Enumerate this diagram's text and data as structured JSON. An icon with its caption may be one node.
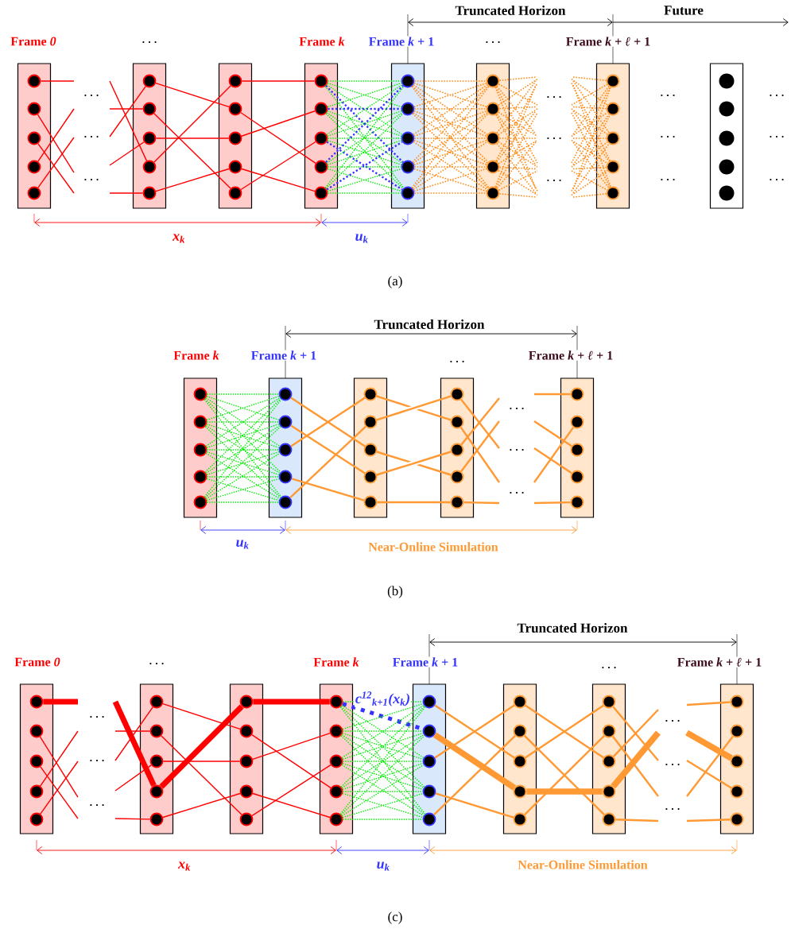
{
  "diagram": {
    "nodes": [
      {
        "text": [
          "Frame *0*"
        ]
      },
      {
        "text": [],
        "shape": "circle",
        "in": 0
      },
      {
        "text": [],
        "shape": "circle",
        "in": 0
      },
      {
        "text": [],
        "shape": "circle",
        "in": 0
      },
      {
        "text": [],
        "shape": "circle",
        "in": 0
      },
      {
        "text": [],
        "shape": "circle",
        "in": 0
      },
      {
        "text": [],
        "shape": "box"
      },
      {
        "text": [],
        "shape": "circle",
        "in": 6
      },
      {
        "text": [],
        "shape": "circle",
        "in": 6
      },
      {
        "text": [],
        "shape": "circle",
        "in": 6
      },
      {
        "text": [],
        "shape": "circle",
        "in": 6
      },
      {
        "text": [],
        "shape": "circle",
        "in": 6
      },
      {
        "text": [],
        "shape": "box"
      },
      {
        "text": [],
        "shape": "circle",
        "in": 12
      },
      {
        "text": [],
        "shape": "circle",
        "in": 12
      },
      {
        "text": [],
        "shape": "circle",
        "in": 12
      },
      {
        "text": [],
        "shape": "circle",
        "in": 12
      },
      {
        "text": [],
        "shape": "circle",
        "in": 12
      },
      {
        "text": [
          "Frame *k*"
        ]
      },
      {
        "text": [],
        "shape": "circle",
        "in": 18
      },
      {
        "text": [],
        "shape": "circle",
        "in": 18
      },
      {
        "text": [],
        "shape": "circle",
        "in": 18
      },
      {
        "text": [],
        "shape": "circle",
        "in": 18
      },
      {
        "text": [],
        "shape": "circle",
        "in": 18
      },
      {
        "text": [
          "Frame *k* + 1"
        ]
      },
      {
        "text": [],
        "shape": "circle",
        "in": 24
      },
      {
        "text": [],
        "shape": "circle",
        "in": 24
      },
      {
        "text": [],
        "shape": "circle",
        "in": 24
      },
      {
        "text": [],
        "shape": "circle",
        "in": 24
      },
      {
        "text": [],
        "shape": "circle",
        "in": 24
      },
      {
        "text": [],
        "shape": "box"
      },
      {
        "text": [],
        "shape": "circle",
        "in": 30
      },
      {
        "text": [],
        "shape": "circle",
        "in": 30
      },
      {
        "text": [],
        "shape": "circle",
        "in": 30
      },
      {
        "text": [],
        "shape": "circle",
        "in": 30
      },
      {
        "text": [],
        "shape": "circle",
        "in": 30
      },
      {
        "text": [
          "Frame *k* + *ℓ* + 1"
        ]
      },
      {
        "text": [],
        "shape": "circle",
        "in": 36
      },
      {
        "text": [],
        "shape": "circle",
        "in": 36
      },
      {
        "text": [],
        "shape": "circle",
        "in": 36
      },
      {
        "text": [],
        "shape": "circle",
        "in": 36
      },
      {
        "text": [],
        "shape": "circle",
        "in": 36
      },
      {
        "text": [],
        "shape": "box"
      },
      {
        "text": [],
        "shape": "circle",
        "in": 42
      },
      {
        "text": [],
        "shape": "circle",
        "in": 42
      },
      {
        "text": [],
        "shape": "circle",
        "in": 42
      },
      {
        "text": [],
        "shape": "circle",
        "in": 42
      },
      {
        "text": [],
        "shape": "circle",
        "in": 42
      },
      {
        "text": [
          "Frame *k*"
        ]
      },
      {
        "text": [],
        "shape": "circle",
        "in": 48
      },
      {
        "text": [],
        "shape": "circle",
        "in": 48
      },
      {
        "text": [],
        "shape": "circle",
        "in": 48
      },
      {
        "text": [],
        "shape": "circle",
        "in": 48
      },
      {
        "text": [],
        "shape": "circle",
        "in": 48
      },
      {
        "text": [
          "Frame *k* + 1"
        ]
      },
      {
        "text": [],
        "shape": "circle",
        "in": 54
      },
      {
        "text": [],
        "shape": "circle",
        "in": 54
      },
      {
        "text": [],
        "shape": "circle",
        "in": 54
      },
      {
        "text": [],
        "shape": "circle",
        "in": 54
      },
      {
        "text": [],
        "shape": "circle",
        "in": 54
      },
      {
        "text": [],
        "shape": "box"
      },
      {
        "text": [],
        "shape": "circle",
        "in": 60
      },
      {
        "text": [],
        "shape": "circle",
        "in": 60
      },
      {
        "text": [],
        "shape": "circle",
        "in": 60
      },
      {
        "text": [],
        "shape": "circle",
        "in": 60
      },
      {
        "text": [],
        "shape": "circle",
        "in": 60
      },
      {
        "text": [],
        "shape": "box"
      },
      {
        "text": [],
        "shape": "circle",
        "in": 66
      },
      {
        "text": [],
        "shape": "circle",
        "in": 66
      },
      {
        "text": [],
        "shape": "circle",
        "in": 66
      },
      {
        "text": [],
        "shape": "circle",
        "in": 66
      },
      {
        "text": [],
        "shape": "circle",
        "in": 66
      },
      {
        "text": [
          "Frame *k* + *ℓ* + 1"
        ]
      },
      {
        "text": [],
        "shape": "circle",
        "in": 72
      },
      {
        "text": [],
        "shape": "circle",
        "in": 72
      },
      {
        "text": [],
        "shape": "circle",
        "in": 72
      },
      {
        "text": [],
        "shape": "circle",
        "in": 72
      },
      {
        "text": [],
        "shape": "circle",
        "in": 72
      },
      {
        "text": [
          "Frame *0*"
        ]
      },
      {
        "text": [],
        "shape": "circle",
        "in": 78
      },
      {
        "text": [],
        "shape": "circle",
        "in": 78
      },
      {
        "text": [],
        "shape": "circle",
        "in": 78
      },
      {
        "text": [],
        "shape": "circle",
        "in": 78
      },
      {
        "text": [],
        "shape": "circle",
        "in": 78
      },
      {
        "text": [],
        "shape": "box"
      },
      {
        "text": [],
        "shape": "circle",
        "in": 84
      },
      {
        "text": [],
        "shape": "circle",
        "in": 84
      },
      {
        "text": [],
        "shape": "circle",
        "in": 84
      },
      {
        "text": [],
        "shape": "circle",
        "in": 84
      },
      {
        "text": [],
        "shape": "circle",
        "in": 84
      },
      {
        "text": [],
        "shape": "box"
      },
      {
        "text": [],
        "shape": "circle",
        "in": 90
      },
      {
        "text": [],
        "shape": "circle",
        "in": 90
      },
      {
        "text": [],
        "shape": "circle",
        "in": 90
      },
      {
        "text": [],
        "shape": "circle",
        "in": 90
      },
      {
        "text": [],
        "shape": "circle",
        "in": 90
      },
      {
        "text": [
          "Frame *k*"
        ]
      },
      {
        "text": [],
        "shape": "circle",
        "in": 96
      },
      {
        "text": [],
        "shape": "circle",
        "in": 96
      },
      {
        "text": [],
        "shape": "circle",
        "in": 96
      },
      {
        "text": [],
        "shape": "circle",
        "in": 96
      },
      {
        "text": [],
        "shape": "circle",
        "in": 96
      },
      {
        "text": [
          "Frame *k* + 1"
        ]
      },
      {
        "text": [],
        "shape": "circle",
        "in": 102
      },
      {
        "text": [],
        "shape": "circle",
        "in": 102
      },
      {
        "text": [],
        "shape": "circle",
        "in": 102
      },
      {
        "text": [],
        "shape": "circle",
        "in": 102
      },
      {
        "text": [],
        "shape": "circle",
        "in": 102
      },
      {
        "text": [],
        "shape": "box"
      },
      {
        "text": [],
        "shape": "circle",
        "in": 108
      },
      {
        "text": [],
        "shape": "circle",
        "in": 108
      },
      {
        "text": [],
        "shape": "circle",
        "in": 108
      },
      {
        "text": [],
        "shape": "circle",
        "in": 108
      },
      {
        "text": [],
        "shape": "circle",
        "in": 108
      },
      {
        "text": [],
        "shape": "box"
      },
      {
        "text": [],
        "shape": "circle",
        "in": 114
      },
      {
        "text": [],
        "shape": "circle",
        "in": 114
      },
      {
        "text": [],
        "shape": "circle",
        "in": 114
      },
      {
        "text": [],
        "shape": "circle",
        "in": 114
      },
      {
        "text": [],
        "shape": "circle",
        "in": 114
      },
      {
        "text": [
          "Frame *k* + *ℓ* + 1"
        ]
      },
      {
        "text": [],
        "shape": "circle",
        "in": 120
      },
      {
        "text": [],
        "shape": "circle",
        "in": 120
      },
      {
        "text": [],
        "shape": "circle",
        "in": 120
      },
      {
        "text": [],
        "shape": "circle",
        "in": 120
      },
      {
        "text": [],
        "shape": "circle",
        "in": 120
      }
    ],
    "edges": [
      {
        "from": 1,
        "to": null,
        "arrow": "none",
        "color": "#ff0000"
      },
      {
        "from": 2,
        "to": null,
        "arrow": "none",
        "color": "#ff0000"
      },
      {
        "from": 3,
        "to": null,
        "arrow": "none",
        "color": "#ff0000"
      },
      {
        "from": 4,
        "to": null,
        "arrow": "none",
        "color": "#ff0000"
      },
      {
        "from": 5,
        "to": null,
        "arrow": "none",
        "color": "#ff0000"
      },
      {
        "from": null,
        "to": 10,
        "arrow": "none",
        "color": "#ff0000"
      },
      {
        "from": null,
        "to": 8,
        "arrow": "none",
        "color": "#ff0000"
      },
      {
        "from": null,
        "to": 7,
        "arrow": "none",
        "color": "#ff0000"
      },
      {
        "from": null,
        "to": 9,
        "arrow": "none",
        "color": "#ff0000"
      },
      {
        "from": null,
        "to": 11,
        "arrow": "none",
        "color": "#ff0000"
      },
      {
        "from": 7,
        "to": 14,
        "arrow": "none",
        "color": "#ff0000"
      },
      {
        "from": 8,
        "to": 17,
        "arrow": "none",
        "color": "#ff0000"
      },
      {
        "from": 9,
        "to": 15,
        "arrow": "none",
        "color": "#ff0000"
      },
      {
        "from": 10,
        "to": 13,
        "arrow": "none",
        "color": "#ff0000"
      },
      {
        "from": 11,
        "to": 16,
        "arrow": "none",
        "color": "#ff0000"
      },
      {
        "from": 13,
        "to": 19,
        "arrow": "none",
        "color": "#ff0000"
      },
      {
        "from": 14,
        "to": 22,
        "arrow": "none",
        "color": "#ff0000"
      },
      {
        "from": 15,
        "to": 20,
        "arrow": "none",
        "color": "#ff0000"
      },
      {
        "from": 16,
        "to": 23,
        "arrow": "none",
        "color": "#ff0000"
      },
      {
        "from": 17,
        "to": 21,
        "arrow": "none",
        "color": "#ff0000"
      },
      {
        "from": 19,
        "to": 25,
        "arrow": "none",
        "style": "dashed",
        "color": "#00ee00"
      },
      {
        "from": 19,
        "to": 26,
        "arrow": "none",
        "style": "dashed",
        "color": "#00ee00"
      },
      {
        "from": 19,
        "to": 27,
        "arrow": "none",
        "style": "dashed",
        "color": "#00ee00"
      },
      {
        "from": 19,
        "to": 28,
        "arrow": "none",
        "style": "dashed",
        "color": "#3333ff"
      },
      {
        "from": 19,
        "to": 29,
        "arrow": "none",
        "style": "dashed",
        "color": "#00ee00"
      },
      {
        "from": 20,
        "to": 25,
        "arrow": "none",
        "style": "dashed",
        "color": "#00ee00"
      },
      {
        "from": 20,
        "to": 26,
        "arrow": "none",
        "style": "dashed",
        "color": "#3333ff"
      },
      {
        "from": 20,
        "to": 27,
        "arrow": "none",
        "style": "dashed",
        "color": "#00ee00"
      },
      {
        "from": 20,
        "to": 28,
        "arrow": "none",
        "style": "dashed",
        "color": "#00ee00"
      },
      {
        "from": 20,
        "to": 29,
        "arrow": "none",
        "style": "dashed",
        "color": "#00ee00"
      },
      {
        "from": 21,
        "to": 25,
        "arrow": "none",
        "style": "dashed",
        "color": "#00ee00"
      },
      {
        "from": 21,
        "to": 26,
        "arrow": "none",
        "style": "dashed",
        "color": "#00ee00"
      },
      {
        "from": 21,
        "to": 27,
        "arrow": "none",
        "style": "dashed",
        "color": "#00ee00"
      },
      {
        "from": 21,
        "to": 28,
        "arrow": "none",
        "style": "dashed",
        "color": "#00ee00"
      },
      {
        "from": 21,
        "to": 29,
        "arrow": "none",
        "style": "dashed",
        "color": "#3333ff"
      },
      {
        "from": 22,
        "to": 25,
        "arrow": "none",
        "style": "dashed",
        "color": "#3333ff"
      },
      {
        "from": 22,
        "to": 26,
        "arrow": "none",
        "style": "dashed",
        "color": "#00ee00"
      },
      {
        "from": 22,
        "to": 27,
        "arrow": "none",
        "style": "dashed",
        "color": "#00ee00"
      },
      {
        "from": 22,
        "to": 28,
        "arrow": "none",
        "style": "dashed",
        "color": "#00ee00"
      },
      {
        "from": 22,
        "to": 29,
        "arrow": "none",
        "style": "dashed",
        "color": "#00ee00"
      },
      {
        "from": 23,
        "to": 25,
        "arrow": "none",
        "style": "dashed",
        "color": "#00ee00"
      },
      {
        "from": 23,
        "to": 26,
        "arrow": "none",
        "style": "dashed",
        "color": "#00ee00"
      },
      {
        "from": 23,
        "to": 27,
        "arrow": "none",
        "style": "dashed",
        "color": "#3333ff"
      },
      {
        "from": 23,
        "to": 28,
        "arrow": "none",
        "style": "dashed",
        "color": "#00ee00"
      },
      {
        "from": 23,
        "to": 29,
        "arrow": "none",
        "style": "dashed",
        "color": "#00ee00"
      },
      {
        "from": 25,
        "to": 31,
        "arrow": "none",
        "style": "dashed",
        "color": "#ff8c1a"
      },
      {
        "from": 25,
        "to": 32,
        "arrow": "none",
        "style": "dashed",
        "color": "#ff8c1a"
      },
      {
        "from": 25,
        "to": 33,
        "arrow": "none",
        "style": "dashed",
        "color": "#ff8c1a"
      },
      {
        "from": 25,
        "to": 34,
        "arrow": "none",
        "style": "dashed",
        "color": "#ff8c1a"
      },
      {
        "from": 25,
        "to": 35,
        "arrow": "none",
        "style": "dashed",
        "color": "#ff8c1a"
      },
      {
        "from": 26,
        "to": 31,
        "arrow": "none",
        "style": "dashed",
        "color": "#ff8c1a"
      },
      {
        "from": 26,
        "to": 32,
        "arrow": "none",
        "style": "dashed",
        "color": "#ff8c1a"
      },
      {
        "from": 26,
        "to": 33,
        "arrow": "none",
        "style": "dashed",
        "color": "#ff8c1a"
      },
      {
        "from": 26,
        "to": 34,
        "arrow": "none",
        "style": "dashed",
        "color": "#ff8c1a"
      },
      {
        "from": 26,
        "to": 35,
        "arrow": "none",
        "style": "dashed",
        "color": "#ff8c1a"
      },
      {
        "from": 27,
        "to": 31,
        "arrow": "none",
        "style": "dashed",
        "color": "#ff8c1a"
      },
      {
        "from": 27,
        "to": 32,
        "arrow": "none",
        "style": "dashed",
        "color": "#ff8c1a"
      },
      {
        "from": 27,
        "to": 33,
        "arrow": "none",
        "style": "dashed",
        "color": "#ff8c1a"
      },
      {
        "from": 27,
        "to": 34,
        "arrow": "none",
        "style": "dashed",
        "color": "#ff8c1a"
      },
      {
        "from": 27,
        "to": 35,
        "arrow": "none",
        "style": "dashed",
        "color": "#ff8c1a"
      },
      {
        "from": 28,
        "to": 31,
        "arrow": "none",
        "style": "dashed",
        "color": "#ff8c1a"
      },
      {
        "from": 28,
        "to": 32,
        "arrow": "none",
        "style": "dashed",
        "color": "#ff8c1a"
      },
      {
        "from": 28,
        "to": 33,
        "arrow": "none",
        "style": "dashed",
        "color": "#ff8c1a"
      },
      {
        "from": 28,
        "to": 34,
        "arrow": "none",
        "style": "dashed",
        "color": "#ff8c1a"
      },
      {
        "from": 28,
        "to": 35,
        "arrow": "none",
        "style": "dashed",
        "color": "#ff8c1a"
      },
      {
        "from": 29,
        "to": 31,
        "arrow": "none",
        "style": "dashed",
        "color": "#ff8c1a"
      },
      {
        "from": 29,
        "to": 32,
        "arrow": "none",
        "style": "dashed",
        "color": "#ff8c1a"
      },
      {
        "from": 29,
        "to": 33,
        "arrow": "none",
        "style": "dashed",
        "color": "#ff8c1a"
      },
      {
        "from": 29,
        "to": 34,
        "arrow": "none",
        "style": "dashed",
        "color": "#ff8c1a"
      },
      {
        "from": 29,
        "to": 35,
        "arrow": "none",
        "style": "dashed",
        "color": "#ff8c1a"
      },
      {
        "from": 31,
        "to": null,
        "arrow": "none",
        "style": "dashed",
        "color": "#ff8c1a"
      },
      {
        "from": 31,
        "to": null,
        "arrow": "none",
        "style": "dashed",
        "color": "#ff8c1a"
      },
      {
        "from": 31,
        "to": null,
        "arrow": "none",
        "style": "dashed",
        "color": "#ff8c1a"
      },
      {
        "from": 31,
        "to": null,
        "arrow": "none",
        "style": "dashed",
        "color": "#ff8c1a"
      },
      {
        "from": 31,
        "to": null,
        "arrow": "none",
        "style": "dashed",
        "color": "#ff8c1a"
      },
      {
        "from": 32,
        "to": null,
        "arrow": "none",
        "style": "dashed",
        "color": "#ff8c1a"
      },
      {
        "from": 32,
        "to": null,
        "arrow": "none",
        "style": "dashed",
        "color": "#ff8c1a"
      },
      {
        "from": 32,
        "to": null,
        "arrow": "none",
        "style": "dashed",
        "color": "#ff8c1a"
      },
      {
        "from": 32,
        "to": null,
        "arrow": "none",
        "style": "dashed",
        "color": "#ff8c1a"
      },
      {
        "from": 32,
        "to": null,
        "arrow": "none",
        "style": "dashed",
        "color": "#ff8c1a"
      },
      {
        "from": 33,
        "to": null,
        "arrow": "none",
        "style": "dashed",
        "color": "#ff8c1a"
      },
      {
        "from": 33,
        "to": null,
        "arrow": "none",
        "style": "dashed",
        "color": "#ff8c1a"
      },
      {
        "from": 33,
        "to": null,
        "arrow": "none",
        "style": "dashed",
        "color": "#ff8c1a"
      },
      {
        "from": 33,
        "to": null,
        "arrow": "none",
        "style": "dashed",
        "color": "#ff8c1a"
      },
      {
        "from": 33,
        "to": null,
        "arrow": "none",
        "style": "dashed",
        "color": "#ff8c1a"
      },
      {
        "from": 34,
        "to": null,
        "arrow": "none",
        "style": "dashed",
        "color": "#ff8c1a"
      },
      {
        "from": 34,
        "to": null,
        "arrow": "none",
        "style": "dashed",
        "color": "#ff8c1a"
      },
      {
        "from": 34,
        "to": null,
        "arrow": "none",
        "style": "dashed",
        "color": "#ff8c1a"
      },
      {
        "from": 34,
        "to": null,
        "arrow": "none",
        "style": "dashed",
        "color": "#ff8c1a"
      },
      {
        "from": 34,
        "to": null,
        "arrow": "none",
        "style": "dashed",
        "color": "#ff8c1a"
      },
      {
        "from": 35,
        "to": null,
        "arrow": "none",
        "style": "dashed",
        "color": "#ff8c1a"
      },
      {
        "from": 35,
        "to": null,
        "arrow": "none",
        "style": "dashed",
        "color": "#ff8c1a"
      },
      {
        "from": 35,
        "to": null,
        "arrow": "none",
        "style": "dashed",
        "color": "#ff8c1a"
      },
      {
        "from": 35,
        "to": null,
        "arrow": "none",
        "style": "dashed",
        "color": "#ff8c1a"
      },
      {
        "from": 35,
        "to": null,
        "arrow": "none",
        "style": "dashed",
        "color": "#ff8c1a"
      },
      {
        "from": null,
        "to": 37,
        "arrow": "none",
        "style": "dashed",
        "color": "#ff8c1a"
      },
      {
        "from": null,
        "to": 37,
        "arrow": "none",
        "style": "dashed",
        "color": "#ff8c1a"
      },
      {
        "from": null,
        "to": 37,
        "arrow": "none",
        "style": "dashed",
        "color": "#ff8c1a"
      },
      {
        "from": null,
        "to": 37,
        "arrow": "none",
        "style": "dashed",
        "color": "#ff8c1a"
      },
      {
        "from": null,
        "to": 37,
        "arrow": "none",
        "style": "dashed",
        "color": "#ff8c1a"
      },
      {
        "from": null,
        "to": 38,
        "arrow": "none",
        "style": "dashed",
        "color": "#ff8c1a"
      },
      {
        "from": null,
        "to": 38,
        "arrow": "none",
        "style": "dashed",
        "color": "#ff8c1a"
      },
      {
        "from": null,
        "to": 38,
        "arrow": "none",
        "style": "dashed",
        "color": "#ff8c1a"
      },
      {
        "from": null,
        "to": 38,
        "arrow": "none",
        "style": "dashed",
        "color": "#ff8c1a"
      },
      {
        "from": null,
        "to": 38,
        "arrow": "none",
        "style": "dashed",
        "color": "#ff8c1a"
      },
      {
        "from": null,
        "to": 39,
        "arrow": "none",
        "style": "dashed",
        "color": "#ff8c1a"
      },
      {
        "from": null,
        "to": 39,
        "arrow": "none",
        "style": "dashed",
        "color": "#ff8c1a"
      },
      {
        "from": null,
        "to": 39,
        "arrow": "none",
        "style": "dashed",
        "color": "#ff8c1a"
      },
      {
        "from": null,
        "to": 39,
        "arrow": "none",
        "style": "dashed",
        "color": "#ff8c1a"
      },
      {
        "from": null,
        "to": 39,
        "arrow": "none",
        "style": "dashed",
        "color": "#ff8c1a"
      },
      {
        "from": null,
        "to": 40,
        "arrow": "none",
        "style": "dashed",
        "color": "#ff8c1a"
      },
      {
        "from": null,
        "to": 40,
        "arrow": "none",
        "style": "dashed",
        "color": "#ff8c1a"
      },
      {
        "from": null,
        "to": 40,
        "arrow": "none",
        "style": "dashed",
        "color": "#ff8c1a"
      },
      {
        "from": null,
        "to": 40,
        "arrow": "none",
        "style": "dashed",
        "color": "#ff8c1a"
      },
      {
        "from": null,
        "to": 40,
        "arrow": "none",
        "style": "dashed",
        "color": "#ff8c1a"
      },
      {
        "from": null,
        "to": 41,
        "arrow": "none",
        "style": "dashed",
        "color": "#ff8c1a"
      },
      {
        "from": null,
        "to": 41,
        "arrow": "none",
        "style": "dashed",
        "color": "#ff8c1a"
      },
      {
        "from": null,
        "to": 41,
        "arrow": "none",
        "style": "dashed",
        "color": "#ff8c1a"
      },
      {
        "from": null,
        "to": 41,
        "arrow": "none",
        "style": "dashed",
        "color": "#ff8c1a"
      },
      {
        "from": null,
        "to": 41,
        "arrow": "none",
        "style": "dashed",
        "color": "#ff8c1a"
      },
      {
        "from": 49,
        "to": 55,
        "arrow": "none",
        "style": "dashed",
        "color": "#00ee00"
      },
      {
        "from": 49,
        "to": 56,
        "arrow": "none",
        "style": "dashed",
        "color": "#00ee00"
      },
      {
        "from": 49,
        "to": 57,
        "arrow": "none",
        "style": "dashed",
        "color": "#00ee00"
      },
      {
        "from": 49,
        "to": 58,
        "arrow": "none",
        "style": "dashed",
        "color": "#00ee00"
      },
      {
        "from": 49,
        "to": 59,
        "arrow": "none",
        "style": "dashed",
        "color": "#00ee00"
      },
      {
        "from": 50,
        "to": 55,
        "arrow": "none",
        "style": "dashed",
        "color": "#00ee00"
      },
      {
        "from": 50,
        "to": 56,
        "arrow": "none",
        "style": "dashed",
        "color": "#00ee00"
      },
      {
        "from": 50,
        "to": 57,
        "arrow": "none",
        "style": "dashed",
        "color": "#00ee00"
      },
      {
        "from": 50,
        "to": 58,
        "arrow": "none",
        "style": "dashed",
        "color": "#00ee00"
      },
      {
        "from": 50,
        "to": 59,
        "arrow": "none",
        "style": "dashed",
        "color": "#00ee00"
      },
      {
        "from": 51,
        "to": 55,
        "arrow": "none",
        "style": "dashed",
        "color": "#00ee00"
      },
      {
        "from": 51,
        "to": 56,
        "arrow": "none",
        "style": "dashed",
        "color": "#00ee00"
      },
      {
        "from": 51,
        "to": 57,
        "arrow": "none",
        "style": "dashed",
        "color": "#00ee00"
      },
      {
        "from": 51,
        "to": 58,
        "arrow": "none",
        "style": "dashed",
        "color": "#00ee00"
      },
      {
        "from": 51,
        "to": 59,
        "arrow": "none",
        "style": "dashed",
        "color": "#00ee00"
      },
      {
        "from": 52,
        "to": 55,
        "arrow": "none",
        "style": "dashed",
        "color": "#00ee00"
      },
      {
        "from": 52,
        "to": 56,
        "arrow": "none",
        "style": "dashed",
        "color": "#00ee00"
      },
      {
        "from": 52,
        "to": 57,
        "arrow": "none",
        "style": "dashed",
        "color": "#00ee00"
      },
      {
        "from": 52,
        "to": 58,
        "arrow": "none",
        "style": "dashed",
        "color": "#00ee00"
      },
      {
        "from": 52,
        "to": 59,
        "arrow": "none",
        "style": "dashed",
        "color": "#00ee00"
      },
      {
        "from": 53,
        "to": 55,
        "arrow": "none",
        "style": "dashed",
        "color": "#00ee00"
      },
      {
        "from": 53,
        "to": 56,
        "arrow": "none",
        "style": "dashed",
        "color": "#00ee00"
      },
      {
        "from": 53,
        "to": 57,
        "arrow": "none",
        "style": "dashed",
        "color": "#00ee00"
      },
      {
        "from": 53,
        "to": 58,
        "arrow": "none",
        "style": "dashed",
        "color": "#00ee00"
      },
      {
        "from": 53,
        "to": 59,
        "arrow": "none",
        "style": "dashed",
        "color": "#00ee00"
      },
      {
        "from": 55,
        "to": 63,
        "arrow": "none",
        "color": "#ff9933"
      },
      {
        "from": 56,
        "to": 64,
        "arrow": "none",
        "color": "#ff9933"
      },
      {
        "from": 57,
        "to": 61,
        "arrow": "none",
        "color": "#ff9933"
      },
      {
        "from": 58,
        "to": 65,
        "arrow": "none",
        "color": "#ff9933"
      },
      {
        "from": 59,
        "to": 62,
        "arrow": "none",
        "color": "#ff9933"
      },
      {
        "from": 61,
        "to": 68,
        "arrow": "none",
        "color": "#ff9933"
      },
      {
        "from": 62,
        "to": 67,
        "arrow": "none",
        "color": "#ff9933"
      },
      {
        "from": 63,
        "to": 70,
        "arrow": "none",
        "color": "#ff9933"
      },
      {
        "from": 64,
        "to": 69,
        "arrow": "none",
        "color": "#ff9933"
      },
      {
        "from": 65,
        "to": 71,
        "arrow": "none",
        "color": "#ff9933"
      },
      {
        "from": 67,
        "to": null,
        "arrow": "none",
        "color": "#ff9933"
      },
      {
        "from": 68,
        "to": null,
        "arrow": "none",
        "color": "#ff9933"
      },
      {
        "from": 69,
        "to": null,
        "arrow": "none",
        "color": "#ff9933"
      },
      {
        "from": 70,
        "to": null,
        "arrow": "none",
        "color": "#ff9933"
      },
      {
        "from": 71,
        "to": null,
        "arrow": "none",
        "color": "#ff9933"
      },
      {
        "from": null,
        "to": 73,
        "arrow": "none",
        "color": "#ff9933"
      },
      {
        "from": null,
        "to": 75,
        "arrow": "none",
        "color": "#ff9933"
      },
      {
        "from": null,
        "to": 76,
        "arrow": "none",
        "color": "#ff9933"
      },
      {
        "from": null,
        "to": 74,
        "arrow": "none",
        "color": "#ff9933"
      },
      {
        "from": null,
        "to": 77,
        "arrow": "none",
        "color": "#ff9933"
      },
      {
        "from": 79,
        "to": null,
        "arrow": "none",
        "style": "thick",
        "color": "#ff0000"
      },
      {
        "from": 80,
        "to": null,
        "arrow": "none",
        "color": "#ff0000"
      },
      {
        "from": 81,
        "to": null,
        "arrow": "none",
        "color": "#ff0000"
      },
      {
        "from": 82,
        "to": null,
        "arrow": "none",
        "color": "#ff0000"
      },
      {
        "from": 83,
        "to": null,
        "arrow": "none",
        "color": "#ff0000"
      },
      {
        "from": null,
        "to": 88,
        "arrow": "none",
        "style": "thick",
        "color": "#ff0000"
      },
      {
        "from": null,
        "to": 86,
        "arrow": "none",
        "color": "#ff0000"
      },
      {
        "from": null,
        "to": 85,
        "arrow": "none",
        "color": "#ff0000"
      },
      {
        "from": null,
        "to": 87,
        "arrow": "none",
        "color": "#ff0000"
      },
      {
        "from": null,
        "to": 89,
        "arrow": "none",
        "color": "#ff0000"
      },
      {
        "from": 85,
        "to": 92,
        "arrow": "none",
        "color": "#ff0000"
      },
      {
        "from": 86,
        "to": 95,
        "arrow": "none",
        "color": "#ff0000"
      },
      {
        "from": 87,
        "to": 93,
        "arrow": "none",
        "color": "#ff0000"
      },
      {
        "from": 88,
        "to": 91,
        "arrow": "none",
        "style": "thick",
        "color": "#ff0000"
      },
      {
        "from": 89,
        "to": 94,
        "arrow": "none",
        "color": "#ff0000"
      },
      {
        "from": 91,
        "to": 97,
        "arrow": "none",
        "style": "thick",
        "color": "#ff0000"
      },
      {
        "from": 92,
        "to": 100,
        "arrow": "none",
        "color": "#ff0000"
      },
      {
        "from": 93,
        "to": 98,
        "arrow": "none",
        "color": "#ff0000"
      },
      {
        "from": 94,
        "to": 101,
        "arrow": "none",
        "color": "#ff0000"
      },
      {
        "from": 95,
        "to": 99,
        "arrow": "none",
        "color": "#ff0000"
      },
      {
        "from": 97,
        "to": 103,
        "arrow": "none",
        "style": "dashed",
        "color": "#00ee00"
      },
      {
        "from": 97,
        "to": 104,
        "arrow": "none",
        "style": "dashed",
        "color": "#3333ff",
        "label": "c$^{12}$$_{k+1}$(x$_{k}$)"
      },
      {
        "from": 97,
        "to": 105,
        "arrow": "none",
        "style": "dashed",
        "color": "#00ee00"
      },
      {
        "from": 97,
        "to": 106,
        "arrow": "none",
        "style": "dashed",
        "color": "#00ee00"
      },
      {
        "from": 97,
        "to": 107,
        "arrow": "none",
        "style": "dashed",
        "color": "#00ee00"
      },
      {
        "from": 98,
        "to": 103,
        "arrow": "none",
        "style": "dashed",
        "color": "#00ee00"
      },
      {
        "from": 98,
        "to": 104,
        "arrow": "none",
        "style": "dashed",
        "color": "#00ee00"
      },
      {
        "from": 98,
        "to": 105,
        "arrow": "none",
        "style": "dashed",
        "color": "#00ee00"
      },
      {
        "from": 98,
        "to": 106,
        "arrow": "none",
        "style": "dashed",
        "color": "#00ee00"
      },
      {
        "from": 98,
        "to": 107,
        "arrow": "none",
        "style": "dashed",
        "color": "#00ee00"
      },
      {
        "from": 99,
        "to": 103,
        "arrow": "none",
        "style": "dashed",
        "color": "#00ee00"
      },
      {
        "from": 99,
        "to": 104,
        "arrow": "none",
        "style": "dashed",
        "color": "#00ee00"
      },
      {
        "from": 99,
        "to": 105,
        "arrow": "none",
        "style": "dashed",
        "color": "#00ee00"
      },
      {
        "from": 99,
        "to": 106,
        "arrow": "none",
        "style": "dashed",
        "color": "#00ee00"
      },
      {
        "from": 99,
        "to": 107,
        "arrow": "none",
        "style": "dashed",
        "color": "#00ee00"
      },
      {
        "from": 100,
        "to": 103,
        "arrow": "none",
        "style": "dashed",
        "color": "#00ee00"
      },
      {
        "from": 100,
        "to": 104,
        "arrow": "none",
        "style": "dashed",
        "color": "#00ee00"
      },
      {
        "from": 100,
        "to": 105,
        "arrow": "none",
        "style": "dashed",
        "color": "#00ee00"
      },
      {
        "from": 100,
        "to": 106,
        "arrow": "none",
        "style": "dashed",
        "color": "#00ee00"
      },
      {
        "from": 100,
        "to": 107,
        "arrow": "none",
        "style": "dashed",
        "color": "#00ee00"
      },
      {
        "from": 101,
        "to": 103,
        "arrow": "none",
        "style": "dashed",
        "color": "#00ee00"
      },
      {
        "from": 101,
        "to": 104,
        "arrow": "none",
        "style": "dashed",
        "color": "#00ee00"
      },
      {
        "from": 101,
        "to": 105,
        "arrow": "none",
        "style": "dashed",
        "color": "#00ee00"
      },
      {
        "from": 101,
        "to": 106,
        "arrow": "none",
        "style": "dashed",
        "color": "#00ee00"
      },
      {
        "from": 101,
        "to": 107,
        "arrow": "none",
        "style": "dashed",
        "color": "#00ee00"
      },
      {
        "from": 103,
        "to": 111,
        "arrow": "none",
        "color": "#ff9933"
      },
      {
        "from": 104,
        "to": 112,
        "arrow": "none",
        "style": "thick",
        "color": "#ff9933"
      },
      {
        "from": 105,
        "to": 109,
        "arrow": "none",
        "color": "#ff9933"
      },
      {
        "from": 106,
        "to": 113,
        "arrow": "none",
        "color": "#ff9933"
      },
      {
        "from": 107,
        "to": 110,
        "arrow": "none",
        "color": "#ff9933"
      },
      {
        "from": 109,
        "to": 117,
        "arrow": "none",
        "color": "#ff9933"
      },
      {
        "from": 110,
        "to": 119,
        "arrow": "none",
        "color": "#ff9933"
      },
      {
        "from": 111,
        "to": 115,
        "arrow": "none",
        "color": "#ff9933"
      },
      {
        "from": 112,
        "to": 118,
        "arrow": "none",
        "style": "thick",
        "color": "#ff9933"
      },
      {
        "from": 113,
        "to": 116,
        "arrow": "none",
        "color": "#ff9933"
      },
      {
        "from": 115,
        "to": null,
        "arrow": "none",
        "color": "#ff9933"
      },
      {
        "from": 116,
        "to": null,
        "arrow": "none",
        "color": "#ff9933"
      },
      {
        "from": 117,
        "to": null,
        "arrow": "none",
        "color": "#ff9933"
      },
      {
        "from": 118,
        "to": null,
        "arrow": "none",
        "style": "thick",
        "color": "#ff9933"
      },
      {
        "from": 119,
        "to": null,
        "arrow": "none",
        "color": "#ff9933"
      },
      {
        "from": null,
        "to": 121,
        "arrow": "none",
        "color": "#ff9933"
      },
      {
        "from": null,
        "to": 123,
        "arrow": "none",
        "style": "thick",
        "color": "#ff9933"
      },
      {
        "from": null,
        "to": 124,
        "arrow": "none",
        "color": "#ff9933"
      },
      {
        "from": null,
        "to": 122,
        "arrow": "none",
        "color": "#ff9933"
      },
      {
        "from": null,
        "to": 125,
        "arrow": "none",
        "color": "#ff9933"
      }
    ],
    "labels": [
      "Truncated Horizon",
      "Future",
      ". . .",
      ". . .",
      ". . .",
      ". . .",
      ". . .",
      ". . .",
      ". . .",
      ". . .",
      ". . .",
      ". . .",
      ". . .",
      ". . .",
      ". . .",
      ". . .",
      "x$_{k}$",
      "u$_{k}$",
      "(a)",
      "Truncated Horizon",
      ". . .",
      ". . .",
      ". . .",
      ". . .",
      "u$_{k}$",
      "Near-Online Simulation",
      "(b)",
      "Truncated Horizon",
      ". . .",
      ". . .",
      ". . .",
      ". . .",
      ". . .",
      ". . .",
      ". . .",
      ". . .",
      "x$_{k}$",
      "u$_{k}$",
      "Near-Online Simulation",
      "(c)"
    ]
  }
}
